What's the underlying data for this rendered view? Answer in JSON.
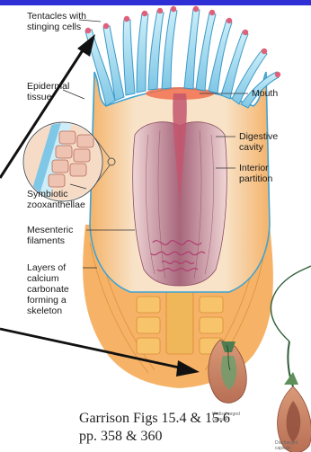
{
  "labels": {
    "tentacles": "Tentacles with stinging cells",
    "epidermal": "Epidermal tissue",
    "symbiotic": "Symbiotic zooxanthellae",
    "mesenteric": "Mesenteric filaments",
    "layers": "Layers of calcium carbonate forming a skeleton",
    "mouth": "Mouth",
    "digestive": "Digestive cavity",
    "interior": "Interior partition"
  },
  "captions": {
    "undischarged": "Undischarged capsule",
    "discharged": "Discharged capsule"
  },
  "reference": {
    "line1": "Garrison Figs 15.4 & 15.6",
    "line2": "pp. 358 & 360"
  },
  "colors": {
    "topbar": "#2f2fd6",
    "tentacle": "#a8dcef",
    "tentacle_outline": "#3c9ac8",
    "tip": "#e0607a",
    "body": "#f6dcc0",
    "skeleton": "#f0a950",
    "cavity": "#b97a8a",
    "arrow": "#111111"
  }
}
